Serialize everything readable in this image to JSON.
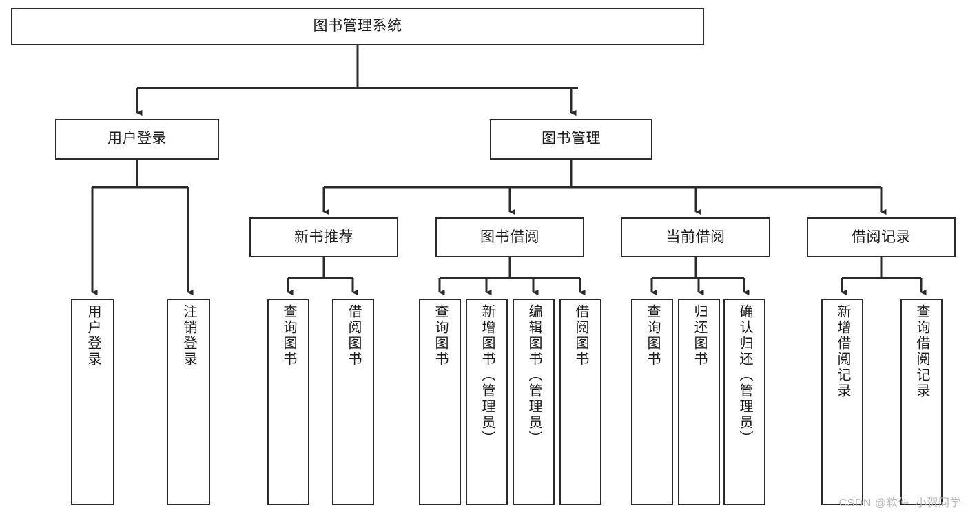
{
  "diagram": {
    "type": "tree",
    "title": "图书管理系统",
    "orientation": "top-down",
    "colors": {
      "box_border": "#2b2b2b",
      "box_fill": "#ffffff",
      "edge": "#2b2b2b",
      "text": "#1a1a1a",
      "watermark": "#b9b9b9"
    },
    "nodes": {
      "root": {
        "label": "图书管理系统"
      },
      "level2": [
        {
          "label": "用户登录"
        },
        {
          "label": "图书管理"
        }
      ],
      "level3": [
        {
          "label": "新书推荐"
        },
        {
          "label": "图书借阅"
        },
        {
          "label": "当前借阅"
        },
        {
          "label": "借阅记录"
        }
      ],
      "leaves_user_login": [
        {
          "label": "用户登录"
        },
        {
          "label": "注销登录"
        }
      ],
      "leaves_new_book": [
        {
          "label": "查询图书"
        },
        {
          "label": "借阅图书"
        }
      ],
      "leaves_borrow": [
        {
          "label": "查询图书"
        },
        {
          "label": "新增图书（管理员）"
        },
        {
          "label": "编辑图书（管理员）"
        },
        {
          "label": "借阅图书"
        }
      ],
      "leaves_current": [
        {
          "label": "查询图书"
        },
        {
          "label": "归还图书"
        },
        {
          "label": "确认归还（管理员）"
        }
      ],
      "leaves_records": [
        {
          "label": "新增借阅记录"
        },
        {
          "label": "查询借阅记录"
        }
      ]
    },
    "watermark": "CSDN @软件_小贺同学"
  }
}
